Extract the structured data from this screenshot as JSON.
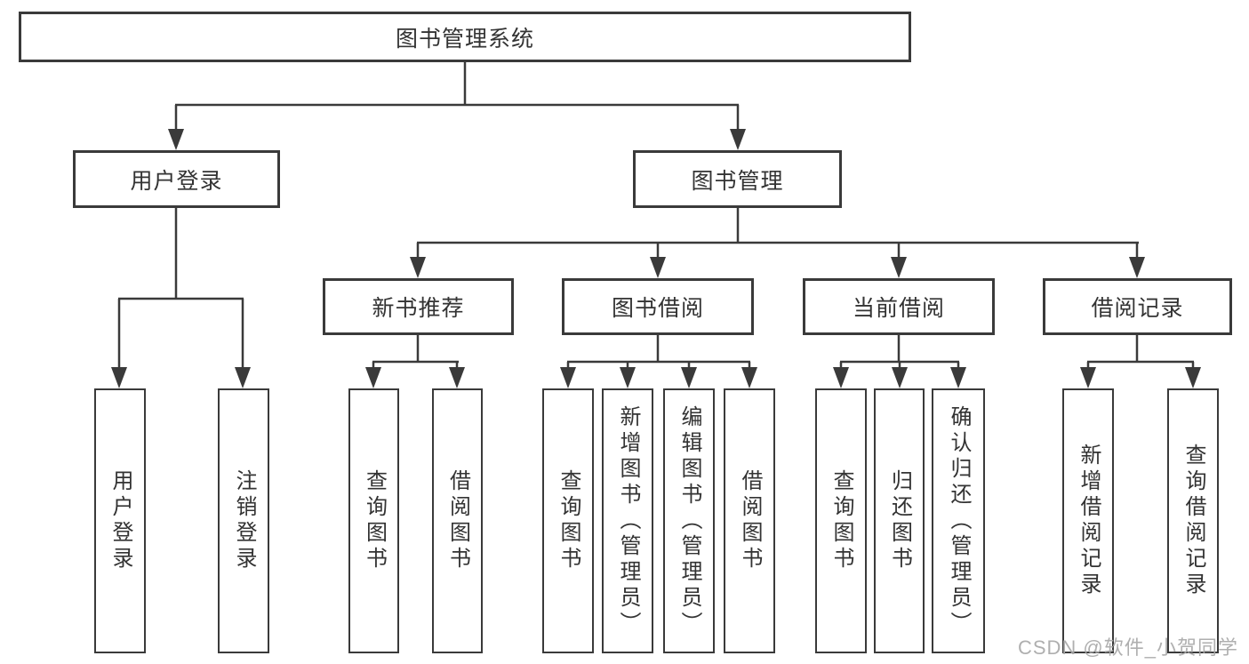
{
  "diagram_type": "hierarchy-tree",
  "colors": {
    "background": "#ffffff",
    "line": "#3a3a3a",
    "box_border": "#3a3a3a",
    "text": "#333333",
    "watermark": "#a8a8a8"
  },
  "nodes": {
    "root": {
      "label": "图书管理系统"
    },
    "user_login": {
      "label": "用户登录"
    },
    "book_mgmt": {
      "label": "图书管理"
    },
    "new_book_rec": {
      "label": "新书推荐"
    },
    "book_borrow": {
      "label": "图书借阅"
    },
    "current_borrow": {
      "label": "当前借阅"
    },
    "borrow_records": {
      "label": "借阅记录"
    },
    "leaf_user_login": {
      "label": "用户登录"
    },
    "leaf_logout": {
      "label": "注销登录"
    },
    "leaf_query_book_1": {
      "label": "查询图书"
    },
    "leaf_borrow_book_1": {
      "label": "借阅图书"
    },
    "leaf_query_book_2": {
      "label": "查询图书"
    },
    "leaf_add_book": {
      "label": "新增图书（管理员）"
    },
    "leaf_edit_book": {
      "label": "编辑图书（管理员）"
    },
    "leaf_borrow_book_2": {
      "label": "借阅图书"
    },
    "leaf_query_book_3": {
      "label": "查询图书"
    },
    "leaf_return_book": {
      "label": "归还图书"
    },
    "leaf_confirm_return": {
      "label": "确认归还（管理员）"
    },
    "leaf_add_record": {
      "label": "新增借阅记录"
    },
    "leaf_query_record": {
      "label": "查询借阅记录"
    }
  },
  "hierarchy": {
    "图书管理系统": {
      "用户登录": [
        "用户登录",
        "注销登录"
      ],
      "图书管理": {
        "新书推荐": [
          "查询图书",
          "借阅图书"
        ],
        "图书借阅": [
          "查询图书",
          "新增图书（管理员）",
          "编辑图书（管理员）",
          "借阅图书"
        ],
        "当前借阅": [
          "查询图书",
          "归还图书",
          "确认归还（管理员）"
        ],
        "借阅记录": [
          "新增借阅记录",
          "查询借阅记录"
        ]
      }
    }
  },
  "watermark": {
    "text": "CSDN @软件_小贺同学"
  }
}
